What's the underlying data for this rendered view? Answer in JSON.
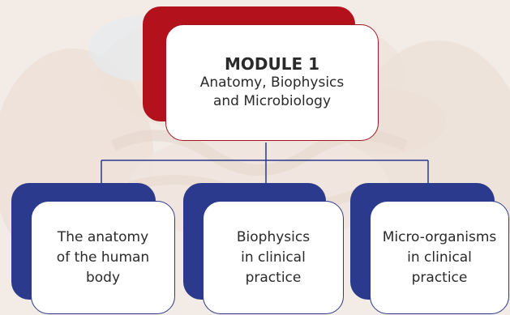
{
  "colors": {
    "accent_red": "#b3121d",
    "accent_blue": "#2b3a8c",
    "connector": "#2b3a8c"
  },
  "module": {
    "title": "MODULE 1",
    "subtitle": "Anatomy, Biophysics\nand Microbiology"
  },
  "children": [
    {
      "label": "The anatomy\nof the human\nbody"
    },
    {
      "label": "Biophysics\nin clinical\npractice"
    },
    {
      "label": "Micro-organisms\nin clinical\npractice"
    }
  ]
}
